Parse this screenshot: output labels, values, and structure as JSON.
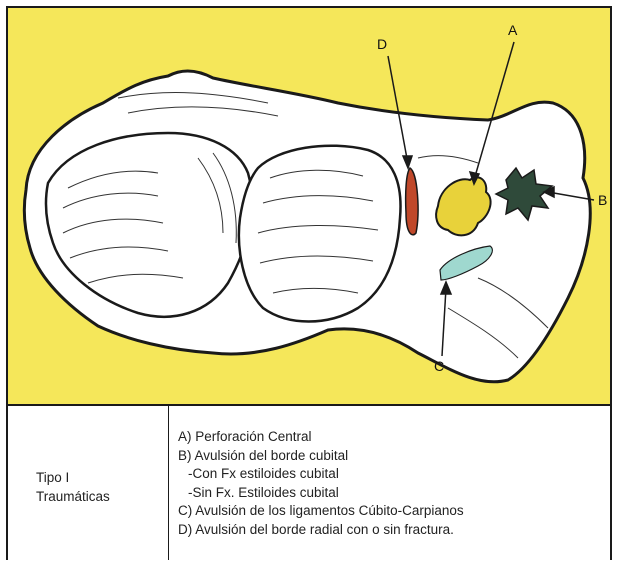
{
  "callouts": {
    "A": "A",
    "B": "B",
    "C": "C",
    "D": "D"
  },
  "legend": {
    "type_title": "Tipo I",
    "type_subtitle": "Traumáticas",
    "items": [
      "A) Perforación Central",
      "B) Avulsión del borde cubital",
      "-Con Fx estiloides cubital",
      "-Sin Fx. Estiloides cubital",
      "C) Avulsión de los ligamentos Cúbito-Carpianos",
      "D) Avulsión del borde radial con o sin fractura."
    ]
  },
  "colors": {
    "background": "#f5e75a",
    "lesion_a": "#e8d23a",
    "lesion_b": "#2f4a3a",
    "lesion_c": "#9fd8cf",
    "lesion_d": "#c0482a"
  }
}
